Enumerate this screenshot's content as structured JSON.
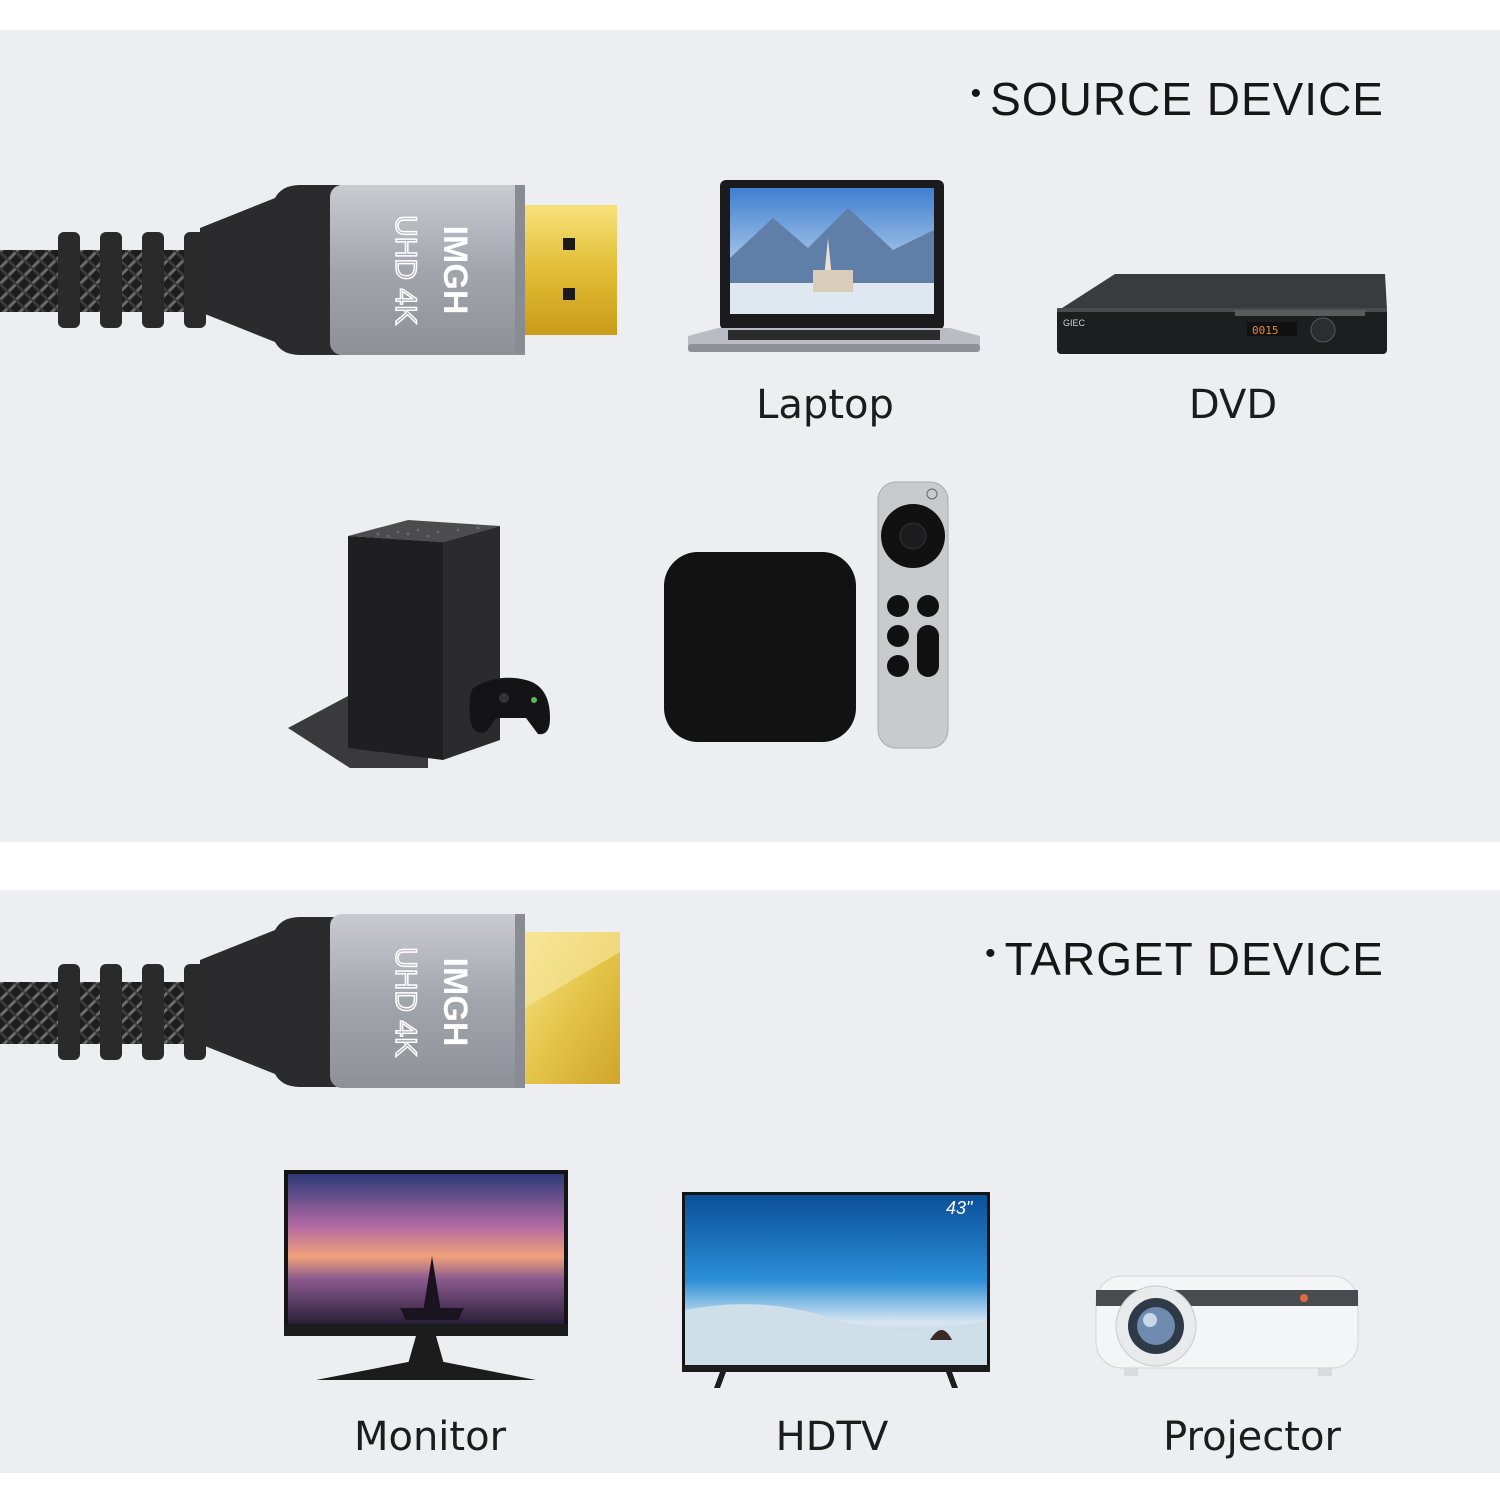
{
  "source": {
    "heading": "SOURCE DEVICE",
    "devices": [
      {
        "label": "Laptop",
        "icon": "laptop-icon"
      },
      {
        "label": "DVD",
        "icon": "dvd-player-icon"
      },
      {
        "label": "",
        "icon": "game-console-icon"
      },
      {
        "label": "",
        "icon": "streaming-box-icon"
      }
    ]
  },
  "target": {
    "heading": "TARGET DEVICE",
    "devices": [
      {
        "label": "Monitor",
        "icon": "monitor-icon"
      },
      {
        "label": "HDTV",
        "icon": "tv-icon",
        "screen_badge": "43\""
      },
      {
        "label": "Projector",
        "icon": "projector-icon"
      }
    ]
  },
  "connector": {
    "brand": "IMGH",
    "marking": "UHD 4K"
  },
  "colors": {
    "panel_bg": "#eceef1",
    "connector_shell": "#a6a8b0",
    "connector_gold": "#e8c84a",
    "cable_black": "#1e1e1e"
  }
}
